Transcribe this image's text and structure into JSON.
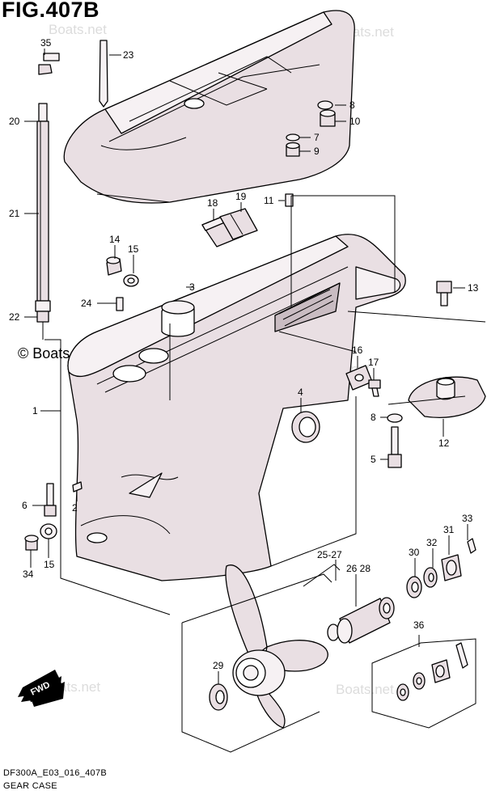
{
  "figure": {
    "title": "FIG.407B",
    "model_code": "DF300A_E03_016_407B",
    "caption": "GEAR CASE"
  },
  "watermarks": [
    "Boats.net",
    "© Boats.net",
    "Boats.net",
    "Boats.net",
    "© Boats.net"
  ],
  "fwd_label": "FWD",
  "callouts": {
    "c35": "35",
    "c23": "23",
    "c20": "20",
    "c8a": "8",
    "c10": "10",
    "c7": "7",
    "c9": "9",
    "c21": "21",
    "c18": "18",
    "c19": "19",
    "c11": "11",
    "c14": "14",
    "c15a": "15",
    "c3": "3",
    "c13": "13",
    "c24": "24",
    "c22": "22",
    "c16": "16",
    "c17": "17",
    "c4": "4",
    "c1": "1",
    "c8b": "8",
    "c12": "12",
    "c5": "5",
    "c6": "6",
    "c2": "2",
    "c33": "33",
    "c31": "31",
    "c32": "32",
    "c30": "30",
    "c34": "34",
    "c15b": "15",
    "c2527": "25-27",
    "c2628": "26 28",
    "c36": "36",
    "c29": "29"
  },
  "colors": {
    "part_fill": "#e9dfe3",
    "part_shade": "#c9bcc2",
    "line": "#000000",
    "watermark": "#dcdcdc"
  }
}
